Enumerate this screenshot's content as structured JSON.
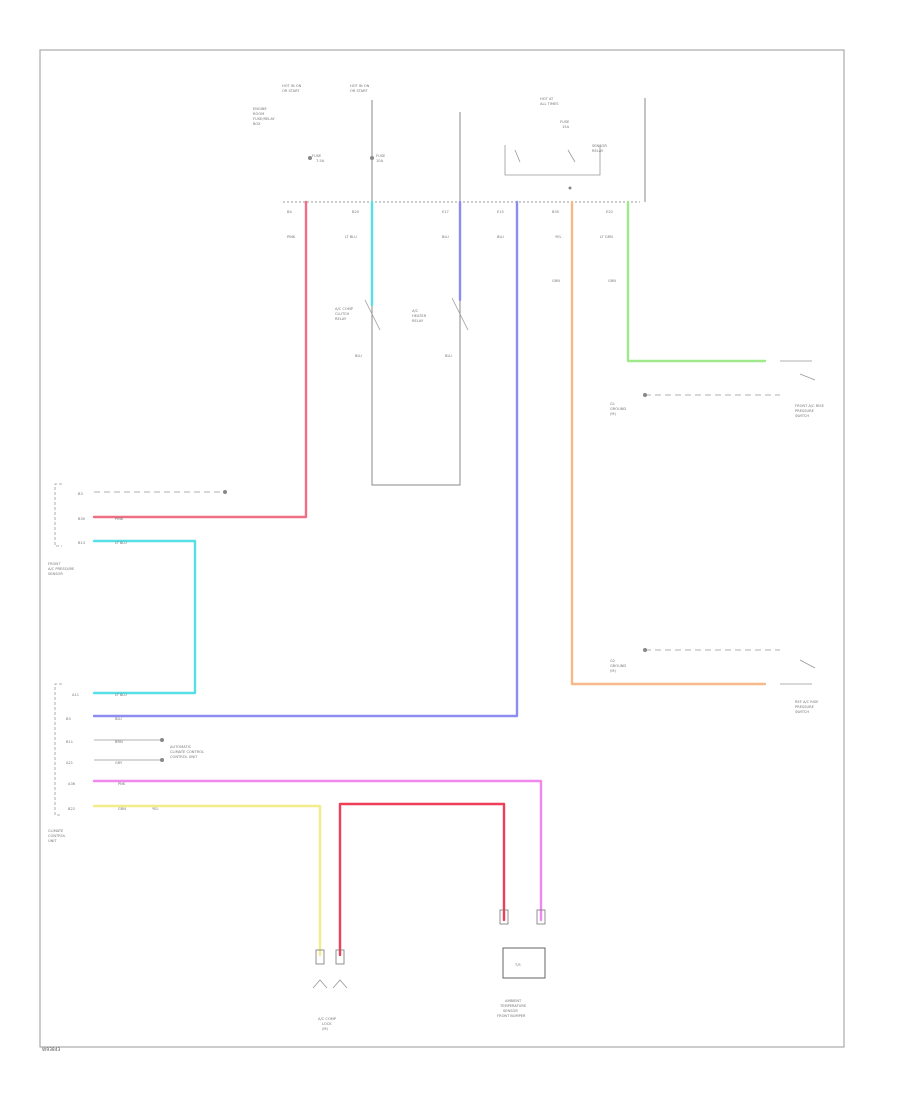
{
  "diagram_id": "W93843",
  "wire_colors": {
    "red": "#ef6f84",
    "cyan": "#58dfe6",
    "blue": "#8f8cf1",
    "orange": "#f7b98a",
    "yellow": "#f2ec8a",
    "green": "#9fe98a",
    "pink": "#f188ee",
    "red2": "#ef3e58"
  },
  "top": {
    "hot_label_a": "HOT IN ON",
    "hot_label_a2": "OR START",
    "hot_label_b": "HOT IN ON",
    "hot_label_b2": "OR START",
    "hot_label_c": "HOT AT",
    "hot_label_c2": "ALL TIMES",
    "fuse_box_label": [
      "ENGINE",
      "ROOM",
      "FUSE/RELAY",
      "BOX"
    ],
    "fuse_a": [
      "FUSE",
      "7.5A"
    ],
    "fuse_b": [
      "FUSE",
      "10A"
    ],
    "fuse_c": [
      "FUSE",
      "15A"
    ],
    "sensor_label": [
      "SENSOR",
      "RELAY"
    ],
    "pins_top": [
      "B4",
      "B20",
      "E17",
      "E15",
      "B35",
      "E20"
    ],
    "wire_codes_top": [
      "PINK",
      "LT BLU",
      "BLU",
      "BLU",
      "YEL",
      "LT GRN"
    ],
    "wire_codes_mid": [
      "GRN",
      "GRN"
    ]
  },
  "relays": {
    "left": [
      "A/C COMP",
      "CLUTCH",
      "RELAY"
    ],
    "right": [
      "A/C",
      "HEATER",
      "RELAY"
    ],
    "codes": [
      "BLU",
      "BLU"
    ]
  },
  "components": {
    "dual_pressure": [
      "FRONT",
      "A/C PRESSURE",
      "SENSOR"
    ],
    "hvac": [
      "AUTOMATIC",
      "CLIMATE CONTROL",
      "CONTROL UNIT"
    ],
    "ecm": [
      "CLIMATE",
      "CONTROL",
      "UNIT"
    ],
    "rear_pressure": [
      "FRONT A/C RISE",
      "PRESSURE",
      "SWITCH"
    ],
    "rear_sensor": [
      "REF A/C RISE",
      "PRESSURE",
      "SWITCH"
    ],
    "ground_top": [
      "G1",
      "GROUND",
      "(M)"
    ],
    "ground_bot": [
      "G2",
      "GROUND",
      "(M)"
    ],
    "compressor_lock": [
      "A/C COMP",
      "LOCK",
      "(M)"
    ],
    "refrigerant_sensor": [
      "AMBIENT",
      "TEMPERATURE",
      "SENSOR",
      "FRONT BUMPER"
    ],
    "sensor_box_label": "T/S",
    "pressure_switch_label": "PRESSURE SWITCH"
  },
  "left_pins": {
    "conn1": [
      "B3",
      "B30",
      "B13"
    ],
    "conn1_codes": [
      "PINK",
      "LT BLU"
    ],
    "conn2": [
      "A11",
      "B3",
      "B11",
      "A21",
      "A36",
      "B22"
    ],
    "conn2_codes": [
      "LT BLU",
      "BLU",
      "BRN",
      "GRY",
      "PNK",
      "GRN"
    ],
    "codes_extra": [
      "YEL",
      "YEL"
    ]
  }
}
